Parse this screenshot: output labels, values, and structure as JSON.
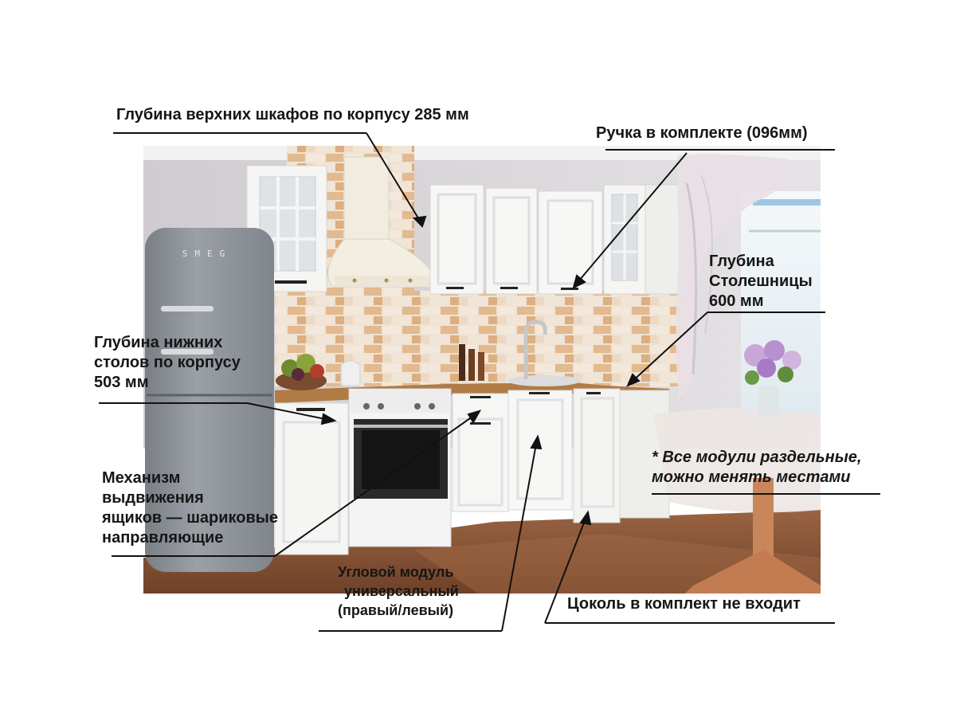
{
  "fridge": {
    "brand": "SMEG"
  },
  "annotations": {
    "upper_depth": "Глубина верхних шкафов по корпусу 285 мм",
    "handle": "Ручка в комплекте (096мм)",
    "countertop_depth": [
      "Глубина",
      "Столешницы",
      "600 мм"
    ],
    "lower_depth": [
      "Глубина нижних",
      "столов по корпусу",
      "503 мм"
    ],
    "modules_note": [
      "* Все модули раздельные,",
      "можно менять местами"
    ],
    "drawer_mechanism": [
      "Механизм",
      "выдвижения",
      "ящиков — шариковые",
      "направляющие"
    ],
    "corner_module": [
      "Угловой модуль",
      "универсальный",
      "(правый/левый)"
    ],
    "plinth": "Цоколь в комплект не входит"
  },
  "colors": {
    "fridge": "#8f949a",
    "cabinet": "#f4f4f2",
    "wall": "#d9d4d8",
    "brick": "#e3b98f",
    "countertop": "#b07b45",
    "floor": "#8a5636",
    "table_wood": "#c9865a"
  }
}
